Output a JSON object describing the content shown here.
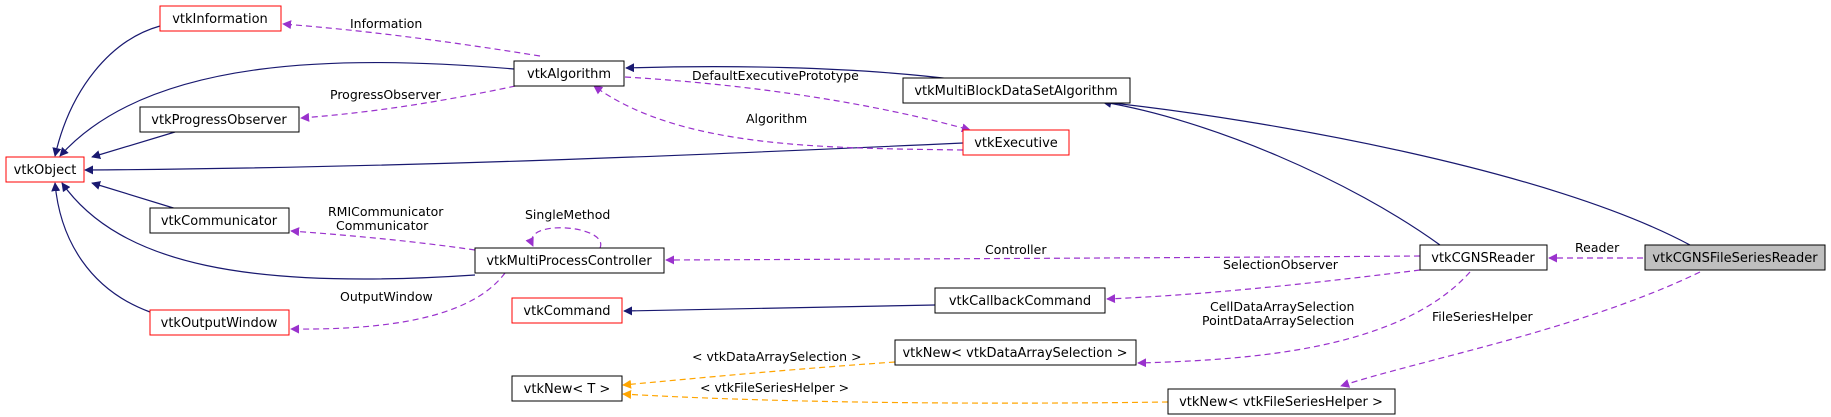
{
  "colors": {
    "inheritance": "#191970",
    "usage": "#9a32cd",
    "template": "#ffa500",
    "incomplete_border": "#ff0000",
    "normal_border": "#000000",
    "highlight_fill": "#bfbfbf"
  },
  "nodes": {
    "vtkInformation": "vtkInformation",
    "vtkAlgorithm": "vtkAlgorithm",
    "vtkMultiBlockDataSetAlgorithm": "vtkMultiBlockDataSetAlgorithm",
    "vtkProgressObserver": "vtkProgressObserver",
    "vtkObject": "vtkObject",
    "vtkExecutive": "vtkExecutive",
    "vtkCommunicator": "vtkCommunicator",
    "vtkMultiProcessController": "vtkMultiProcessController",
    "vtkCGNSReader": "vtkCGNSReader",
    "vtkCGNSFileSeriesReader": "vtkCGNSFileSeriesReader",
    "vtkOutputWindow": "vtkOutputWindow",
    "vtkCommand": "vtkCommand",
    "vtkCallbackCommand": "vtkCallbackCommand",
    "vtkNewDataArraySelection": "vtkNew< vtkDataArraySelection >",
    "vtkNewT": "vtkNew< T >",
    "vtkNewFileSeriesHelper": "vtkNew< vtkFileSeriesHelper >"
  },
  "edge_labels": {
    "information": "Information",
    "progress_observer": "ProgressObserver",
    "default_executive_prototype": "DefaultExecutivePrototype",
    "algorithm": "Algorithm",
    "rmi_communicator": "RMICommunicator",
    "communicator": "Communicator",
    "single_method": "SingleMethod",
    "controller": "Controller",
    "reader": "Reader",
    "selection_observer": "SelectionObserver",
    "output_window": "OutputWindow",
    "cell_data_array_selection": "CellDataArraySelection",
    "point_data_array_selection": "PointDataArraySelection",
    "file_series_helper": "FileSeriesHelper",
    "tmpl_data_array_selection": "< vtkDataArraySelection >",
    "tmpl_file_series_helper": "< vtkFileSeriesHelper >"
  }
}
